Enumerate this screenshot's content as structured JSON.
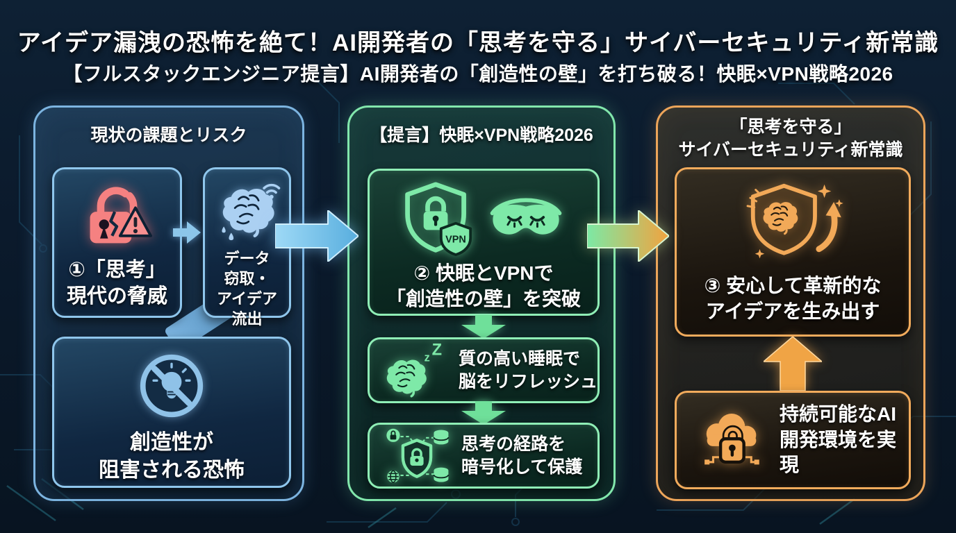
{
  "title": {
    "line1": "アイデア漏洩の恐怖を絶て！AI開発者の「思考を守る」サイバーセキュリティ新常識",
    "line2": "【フルスタックエンジニア提言】AI開発者の「創造性の壁」を打ち破る！快眠×VPN戦略2026"
  },
  "colors": {
    "background": "#0b1a2c",
    "blue_accent": "#7cb4e0",
    "green_accent": "#82e7ac",
    "orange_accent": "#eda55a",
    "alert_red": "#f58181",
    "text": "#ffffff"
  },
  "icons": {
    "threat": "broken-lock-warning-icon",
    "leak": "brain-leak-icon",
    "blocked": "no-idea-lightbulb-icon",
    "vpn_shield": "shield-lock-vpn-icon",
    "sleep_mask": "sleep-mask-icon",
    "sleeping_brain": "sleeping-brain-icon",
    "encrypted_network": "encrypted-network-shield-icon",
    "protected_brain": "shield-brain-sparkle-arrow-icon",
    "cloud_lock": "cloud-lock-circuit-icon"
  },
  "panel_problem": {
    "header": "現状の課題とリスク",
    "card_threat": {
      "line1": "①「思考」",
      "line2": "現代の脅威"
    },
    "card_leak": {
      "line1": "データ",
      "line2": "窃取・",
      "line3": "アイデア",
      "line4": "流出"
    },
    "card_block": {
      "line1": "創造性が",
      "line2": "阻害される恐怖"
    }
  },
  "panel_proposal": {
    "header": "【提言】快眠×VPN戦略2026",
    "card_main": {
      "vpn_badge": "VPN",
      "line1": "② 快眠とVPNで",
      "line2": "「創造性の壁」を突破"
    },
    "card_sleep": {
      "zzz_small": "z",
      "zzz_large": "Z",
      "line1": "質の高い睡眠で",
      "line2": "脳をリフレッシュ"
    },
    "card_encrypt": {
      "line1": "思考の経路を",
      "line2": "暗号化して保護"
    }
  },
  "panel_outcome": {
    "header_line1": "「思考を守る」",
    "header_line2": "サイバーセキュリティ新常識",
    "card_main": {
      "line1": "③ 安心して革新的な",
      "line2": "アイデアを生み出す"
    },
    "card_sustain": {
      "line1": "持続可能なAI",
      "line2": "開発環境を実現"
    }
  }
}
